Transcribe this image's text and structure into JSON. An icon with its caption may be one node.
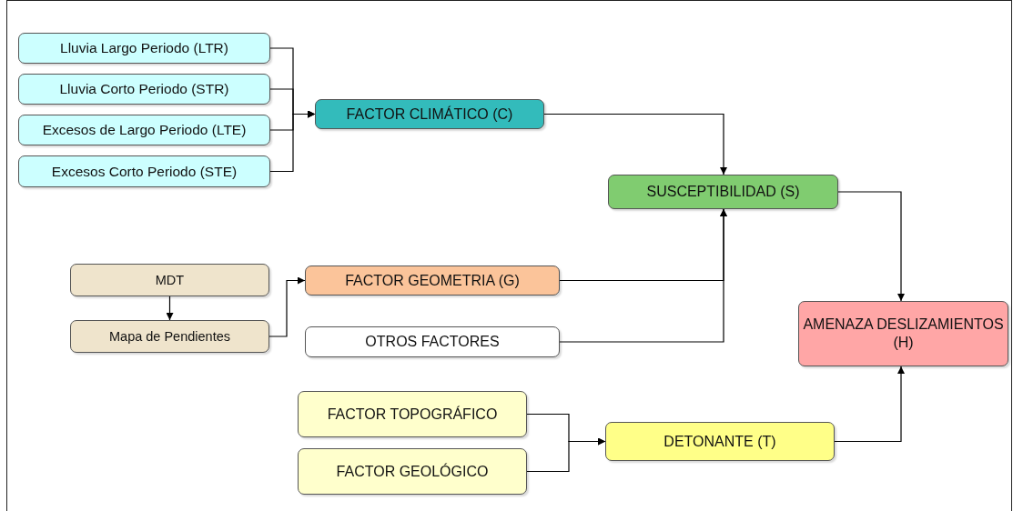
{
  "diagram": {
    "nodes": [
      {
        "text": [
          "Lluvia Largo Periodo (LTR)"
        ]
      },
      {
        "text": [
          "Lluvia Corto Periodo (STR)"
        ]
      },
      {
        "text": [
          "Excesos de Largo Periodo (LTE)"
        ]
      },
      {
        "text": [
          "Excesos Corto Periodo (STE)"
        ]
      },
      {
        "text": [
          "FACTOR CLIMÁTICO (C)"
        ]
      },
      {
        "text": [
          "SUSCEPTIBILIDAD (S)"
        ]
      },
      {
        "text": [
          "MDT"
        ]
      },
      {
        "text": [
          "Mapa de Pendientes"
        ]
      },
      {
        "text": [
          "FACTOR GEOMETRIA (G)"
        ]
      },
      {
        "text": [
          "OTROS FACTORES"
        ]
      },
      {
        "text": [
          "AMENAZA DESLIZAMIENTOS (H)"
        ]
      },
      {
        "text": [
          "FACTOR TOPOGRÁFICO"
        ]
      },
      {
        "text": [
          "FACTOR GEOLÓGICO"
        ]
      },
      {
        "text": [
          "DETONANTE (T)"
        ]
      }
    ],
    "edges": [
      {
        "from": 0,
        "to": 4,
        "arrow": "to"
      },
      {
        "from": 1,
        "to": 4,
        "arrow": "to"
      },
      {
        "from": 2,
        "to": 4,
        "arrow": "to"
      },
      {
        "from": 3,
        "to": 4,
        "arrow": "to"
      },
      {
        "from": 4,
        "to": 5,
        "arrow": "to"
      },
      {
        "from": 6,
        "to": 7,
        "arrow": "to"
      },
      {
        "from": 7,
        "to": 8,
        "arrow": "to"
      },
      {
        "from": 8,
        "to": 5,
        "arrow": "to"
      },
      {
        "from": 9,
        "to": 5,
        "arrow": "to"
      },
      {
        "from": 5,
        "to": 10,
        "arrow": "to"
      },
      {
        "from": 11,
        "to": 13,
        "arrow": "to"
      },
      {
        "from": 12,
        "to": 13,
        "arrow": "to"
      },
      {
        "from": 13,
        "to": 10,
        "arrow": "to"
      }
    ]
  }
}
